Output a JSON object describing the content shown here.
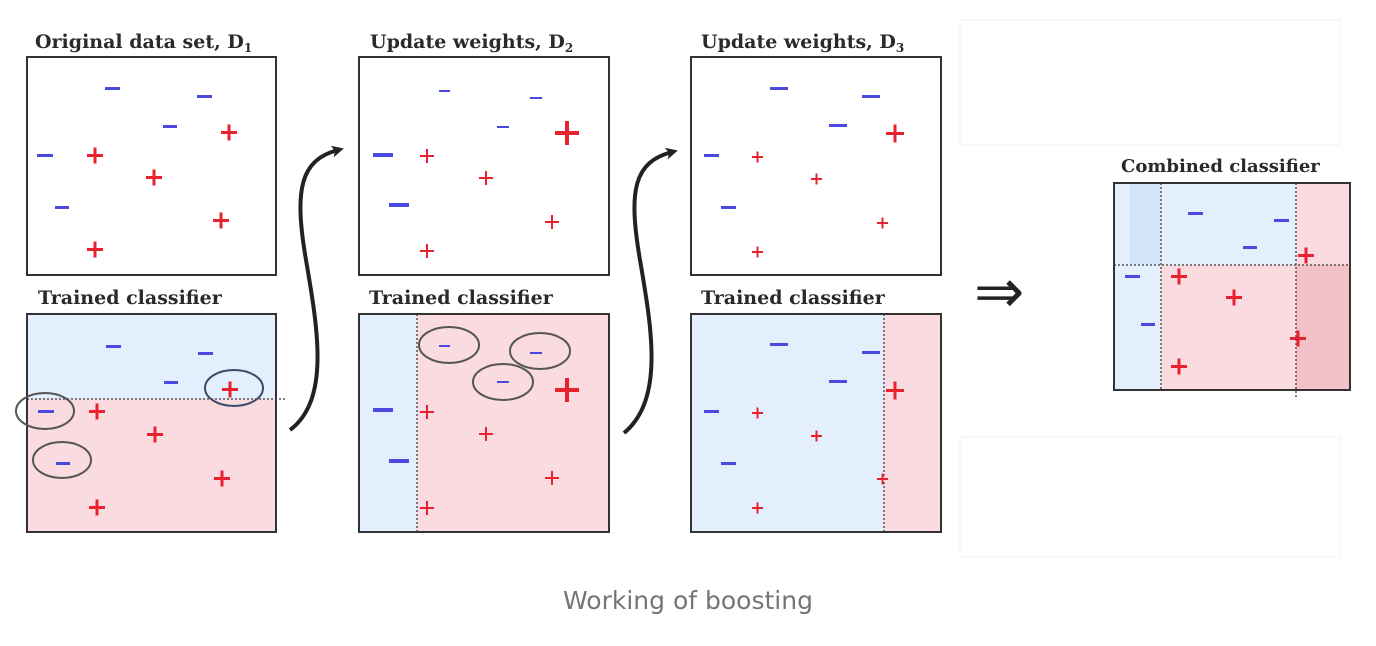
{
  "labels": {
    "panel1_title": "Original data set,  D",
    "panel1_sub": "1",
    "panel2_title": "Update weights,  D",
    "panel2_sub": "2",
    "panel3_title": "Update weights,  D",
    "panel3_sub": "3",
    "trained_1": "Trained classifier",
    "trained_2": "Trained classifier",
    "trained_3": "Trained classifier",
    "combined": "Combined classifier",
    "implies": "⇒"
  },
  "caption": "Working of boosting",
  "colors": {
    "minus": "#4a4ae0",
    "plus": "#e8212f",
    "region_blue": "#e3effc",
    "region_pink": "#fadbe0",
    "border": "#333333",
    "circle": "#555555"
  }
}
